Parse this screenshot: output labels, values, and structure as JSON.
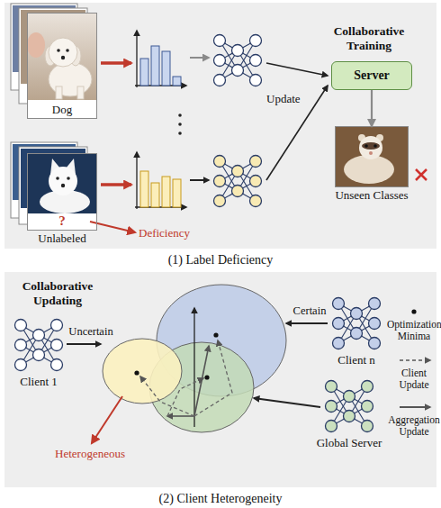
{
  "diagram": {
    "nodes": [
      {
        "text": [
          "Dog"
        ]
      },
      {
        "text": [
          "?",
          "Unlabeled"
        ]
      },
      {
        "text": [
          "Server"
        ]
      },
      {
        "text": [
          "Unseen Classes"
        ]
      },
      {
        "text": [
          "Client 1"
        ]
      },
      {
        "text": [
          "Client n"
        ]
      },
      {
        "text": [
          "Global Server"
        ]
      }
    ],
    "edges": [
      {
        "from": 2,
        "to": 3,
        "arrow": "to"
      }
    ],
    "labels": [
      "Collaborative Training",
      "Update",
      "Deficiency",
      "(1) Label Deficiency",
      "Collaborative Updating",
      "Uncertain",
      "Certain",
      "Heterogeneous",
      "(2) Client Heterogeneity"
    ],
    "legend": [
      {
        "text": "Optimization Minima"
      },
      {
        "text": "Client Update"
      },
      {
        "text": "Aggregation Update"
      }
    ]
  }
}
